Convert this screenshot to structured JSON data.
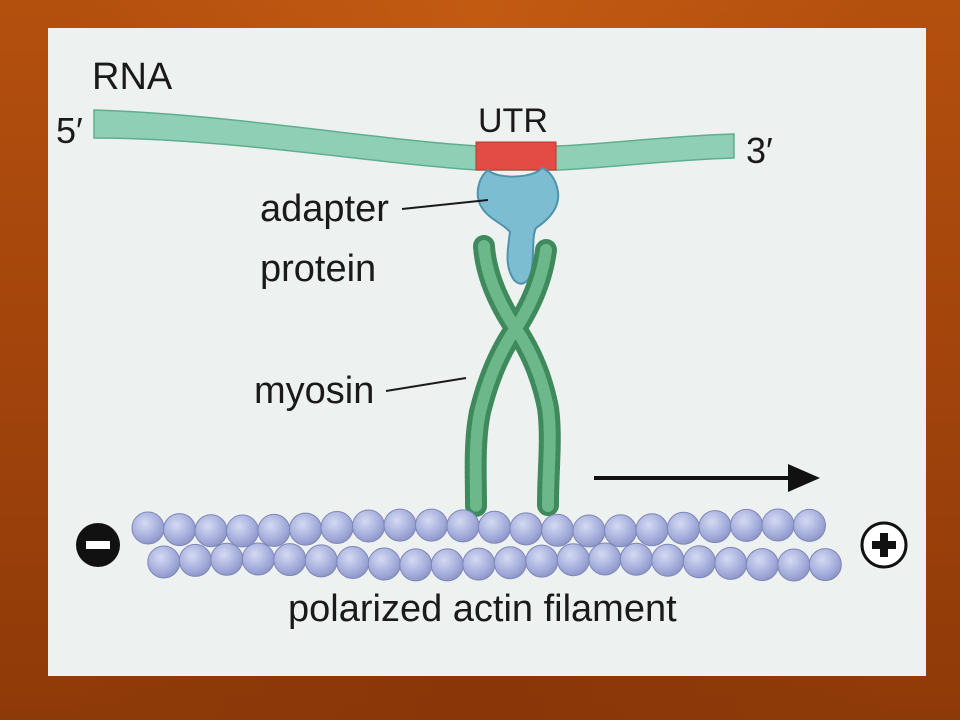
{
  "labels": {
    "rna": "RNA",
    "five_prime": "5′",
    "three_prime": "3′",
    "utr": "UTR",
    "adapter_line1": "adapter",
    "adapter_line2": "protein",
    "myosin": "myosin",
    "actin": "polarized actin filament"
  },
  "end_signs": {
    "minus": "−",
    "plus": "+"
  },
  "colors": {
    "rna": "#8fcfb5",
    "utr": "#e24c44",
    "adapter": "#7dbdd2",
    "myosin": "#4d9b6b",
    "actin_bead": "#aab3df",
    "background": "#b0500f",
    "panel": "#edf1f0"
  }
}
